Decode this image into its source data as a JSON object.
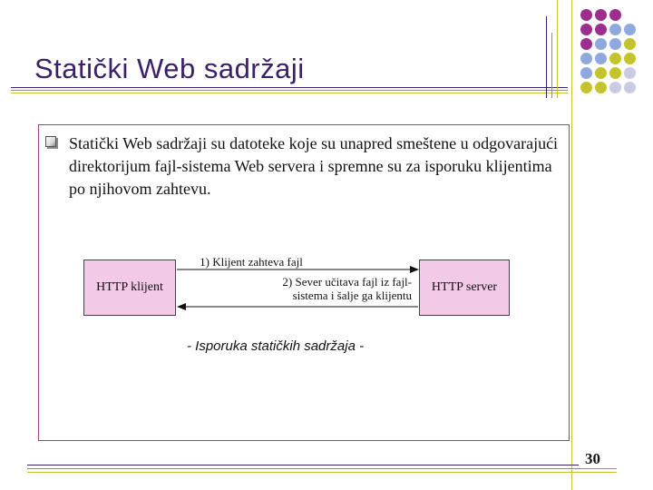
{
  "slide": {
    "title": "Statički Web sadržaji",
    "page_number": "30"
  },
  "content": {
    "bullet_text": "Statički Web sadržaji su datoteke koje su unapred smeštene u odgovarajući direktorijum fajl-sistema Web servera i spremne su za isporuku klijentima po njihovom zahtevu."
  },
  "diagram": {
    "client_label": "HTTP klijent",
    "server_label": "HTTP server",
    "request_label": "1) Klijent zahteva fajl",
    "response_label_line1": "2) Sever učitava fajl iz fajl-",
    "response_label_line2": "sistema i šalje ga klijentu",
    "caption": "- Isporuka statičkih sadržaja -"
  },
  "colors": {
    "title": "#3b1f6b",
    "box_border": "#a0407a",
    "node_fill": "#f2c9e6",
    "dot_purple": "#9b2f8f",
    "dot_blue": "#8fa8dd",
    "dot_olive": "#c3c32e",
    "dot_gray": "#c9cbe4"
  }
}
